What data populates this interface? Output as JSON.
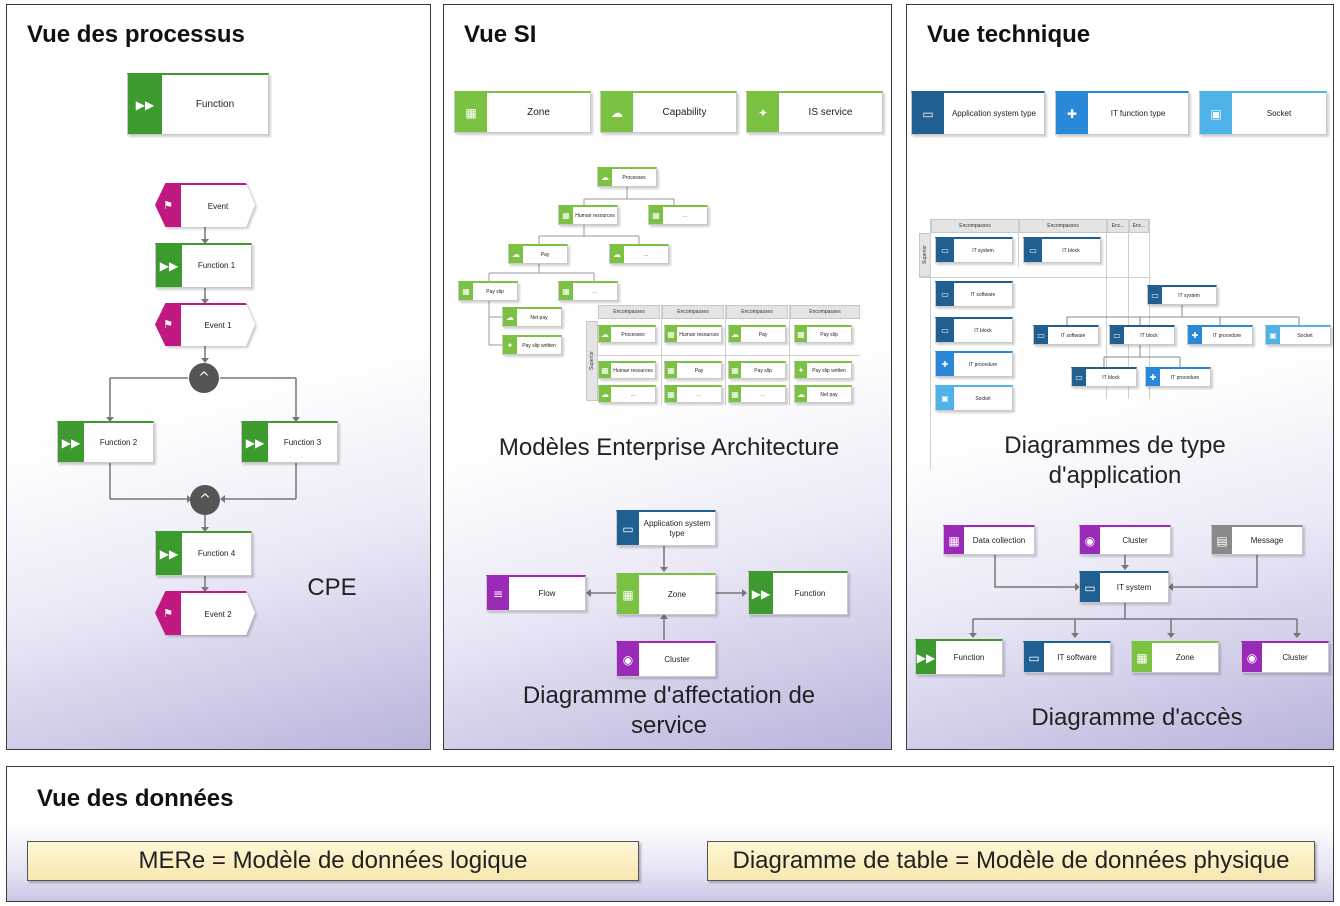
{
  "panels": {
    "process": {
      "title": "Vue des processus",
      "cpe_label": "CPE",
      "legend_function": "Function",
      "events": [
        "Event",
        "Event 1",
        "Event 2"
      ],
      "functions": [
        "Function 1",
        "Function 2",
        "Function 3",
        "Function 4"
      ]
    },
    "si": {
      "title": "Vue SI",
      "legend": [
        "Zone",
        "Capability",
        "IS service"
      ],
      "ea_label": "Modèles Enterprise Architecture",
      "tree": [
        "Processes",
        "Human resources",
        "...",
        "Pay",
        "...",
        "Pay slip",
        "...",
        "Net pay",
        "Pay slip written"
      ],
      "matrix_headers": [
        "Encompasses",
        "Encompasses",
        "Encompasses",
        "Encompasses"
      ],
      "matrix_side": "Superior",
      "matrix_cells": [
        "Processes",
        "Human resources",
        "Pay",
        "Pay slip",
        "Human resources",
        "Pay",
        "Pay slip",
        "Pay slip written",
        "...",
        "...",
        "...",
        "Net pay"
      ],
      "service_label": "Diagramme d'affectation de service",
      "service": {
        "top": "Application system type",
        "left": "Flow",
        "center": "Zone",
        "right": "Function",
        "bottom": "Cluster"
      }
    },
    "tech": {
      "title": "Vue technique",
      "legend": [
        "Application system type",
        "IT function type",
        "Socket"
      ],
      "app_type_label": "Diagrammes de type d'application",
      "matrix_headers": [
        "Encompasses",
        "Encompasses",
        "Enc...",
        "Enc..."
      ],
      "matrix_side": "Superior",
      "matrix_objects": [
        "IT system",
        "IT block",
        "IT software",
        "IT block",
        "IT procedure",
        "Socket"
      ],
      "tree": [
        "IT system",
        "IT software",
        "IT block",
        "IT procedure",
        "Socket",
        "IT block",
        "IT procedure"
      ],
      "access_label": "Diagramme d'accès",
      "access_top": [
        "Data collection",
        "Cluster",
        "Message"
      ],
      "access_center": "IT system",
      "access_bottom": [
        "Function",
        "IT software",
        "Zone",
        "Cluster"
      ]
    },
    "data": {
      "title": "Vue des données",
      "left_box": "MERe = Modèle de données logique",
      "right_box": "Diagramme de table = Modèle de données physique"
    }
  },
  "icons": {
    "function": "▶▶",
    "event": "⚑",
    "xor": "^",
    "zone": "▦",
    "capability": "☁",
    "is_service": "✦",
    "app_system": "▭",
    "it_function": "✚",
    "socket": "▣",
    "cluster": "◉",
    "flow": "≡",
    "data_collection": "▦",
    "message": "▤"
  }
}
